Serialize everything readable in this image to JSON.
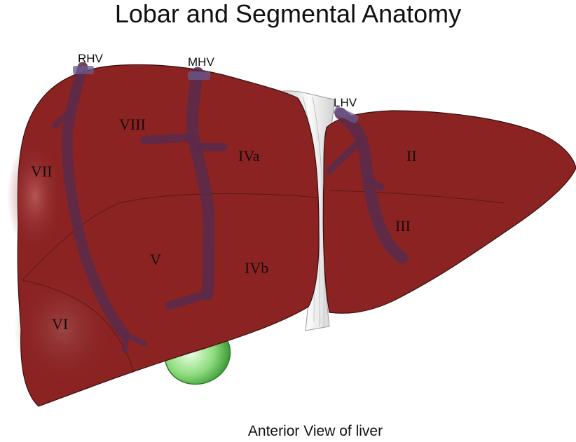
{
  "title": "Lobar and Segmental Anatomy",
  "caption": "Anterior View of liver",
  "vessels": {
    "rhv": "RHV",
    "mhv": "MHV",
    "lhv": "LHV"
  },
  "segments": {
    "s2": "II",
    "s3": "III",
    "s4a": "IVa",
    "s4b": "IVb",
    "s5": "V",
    "s6": "VI",
    "s7": "VII",
    "s8": "VIII"
  },
  "colors": {
    "liver": "#8b2323",
    "liver_dark": "#6e1b1b",
    "vein": "#5a2a4a",
    "vein_cap": "#6b5a8e",
    "gallbladder": "#7ad06a",
    "ligament": "#e8e8e8"
  }
}
